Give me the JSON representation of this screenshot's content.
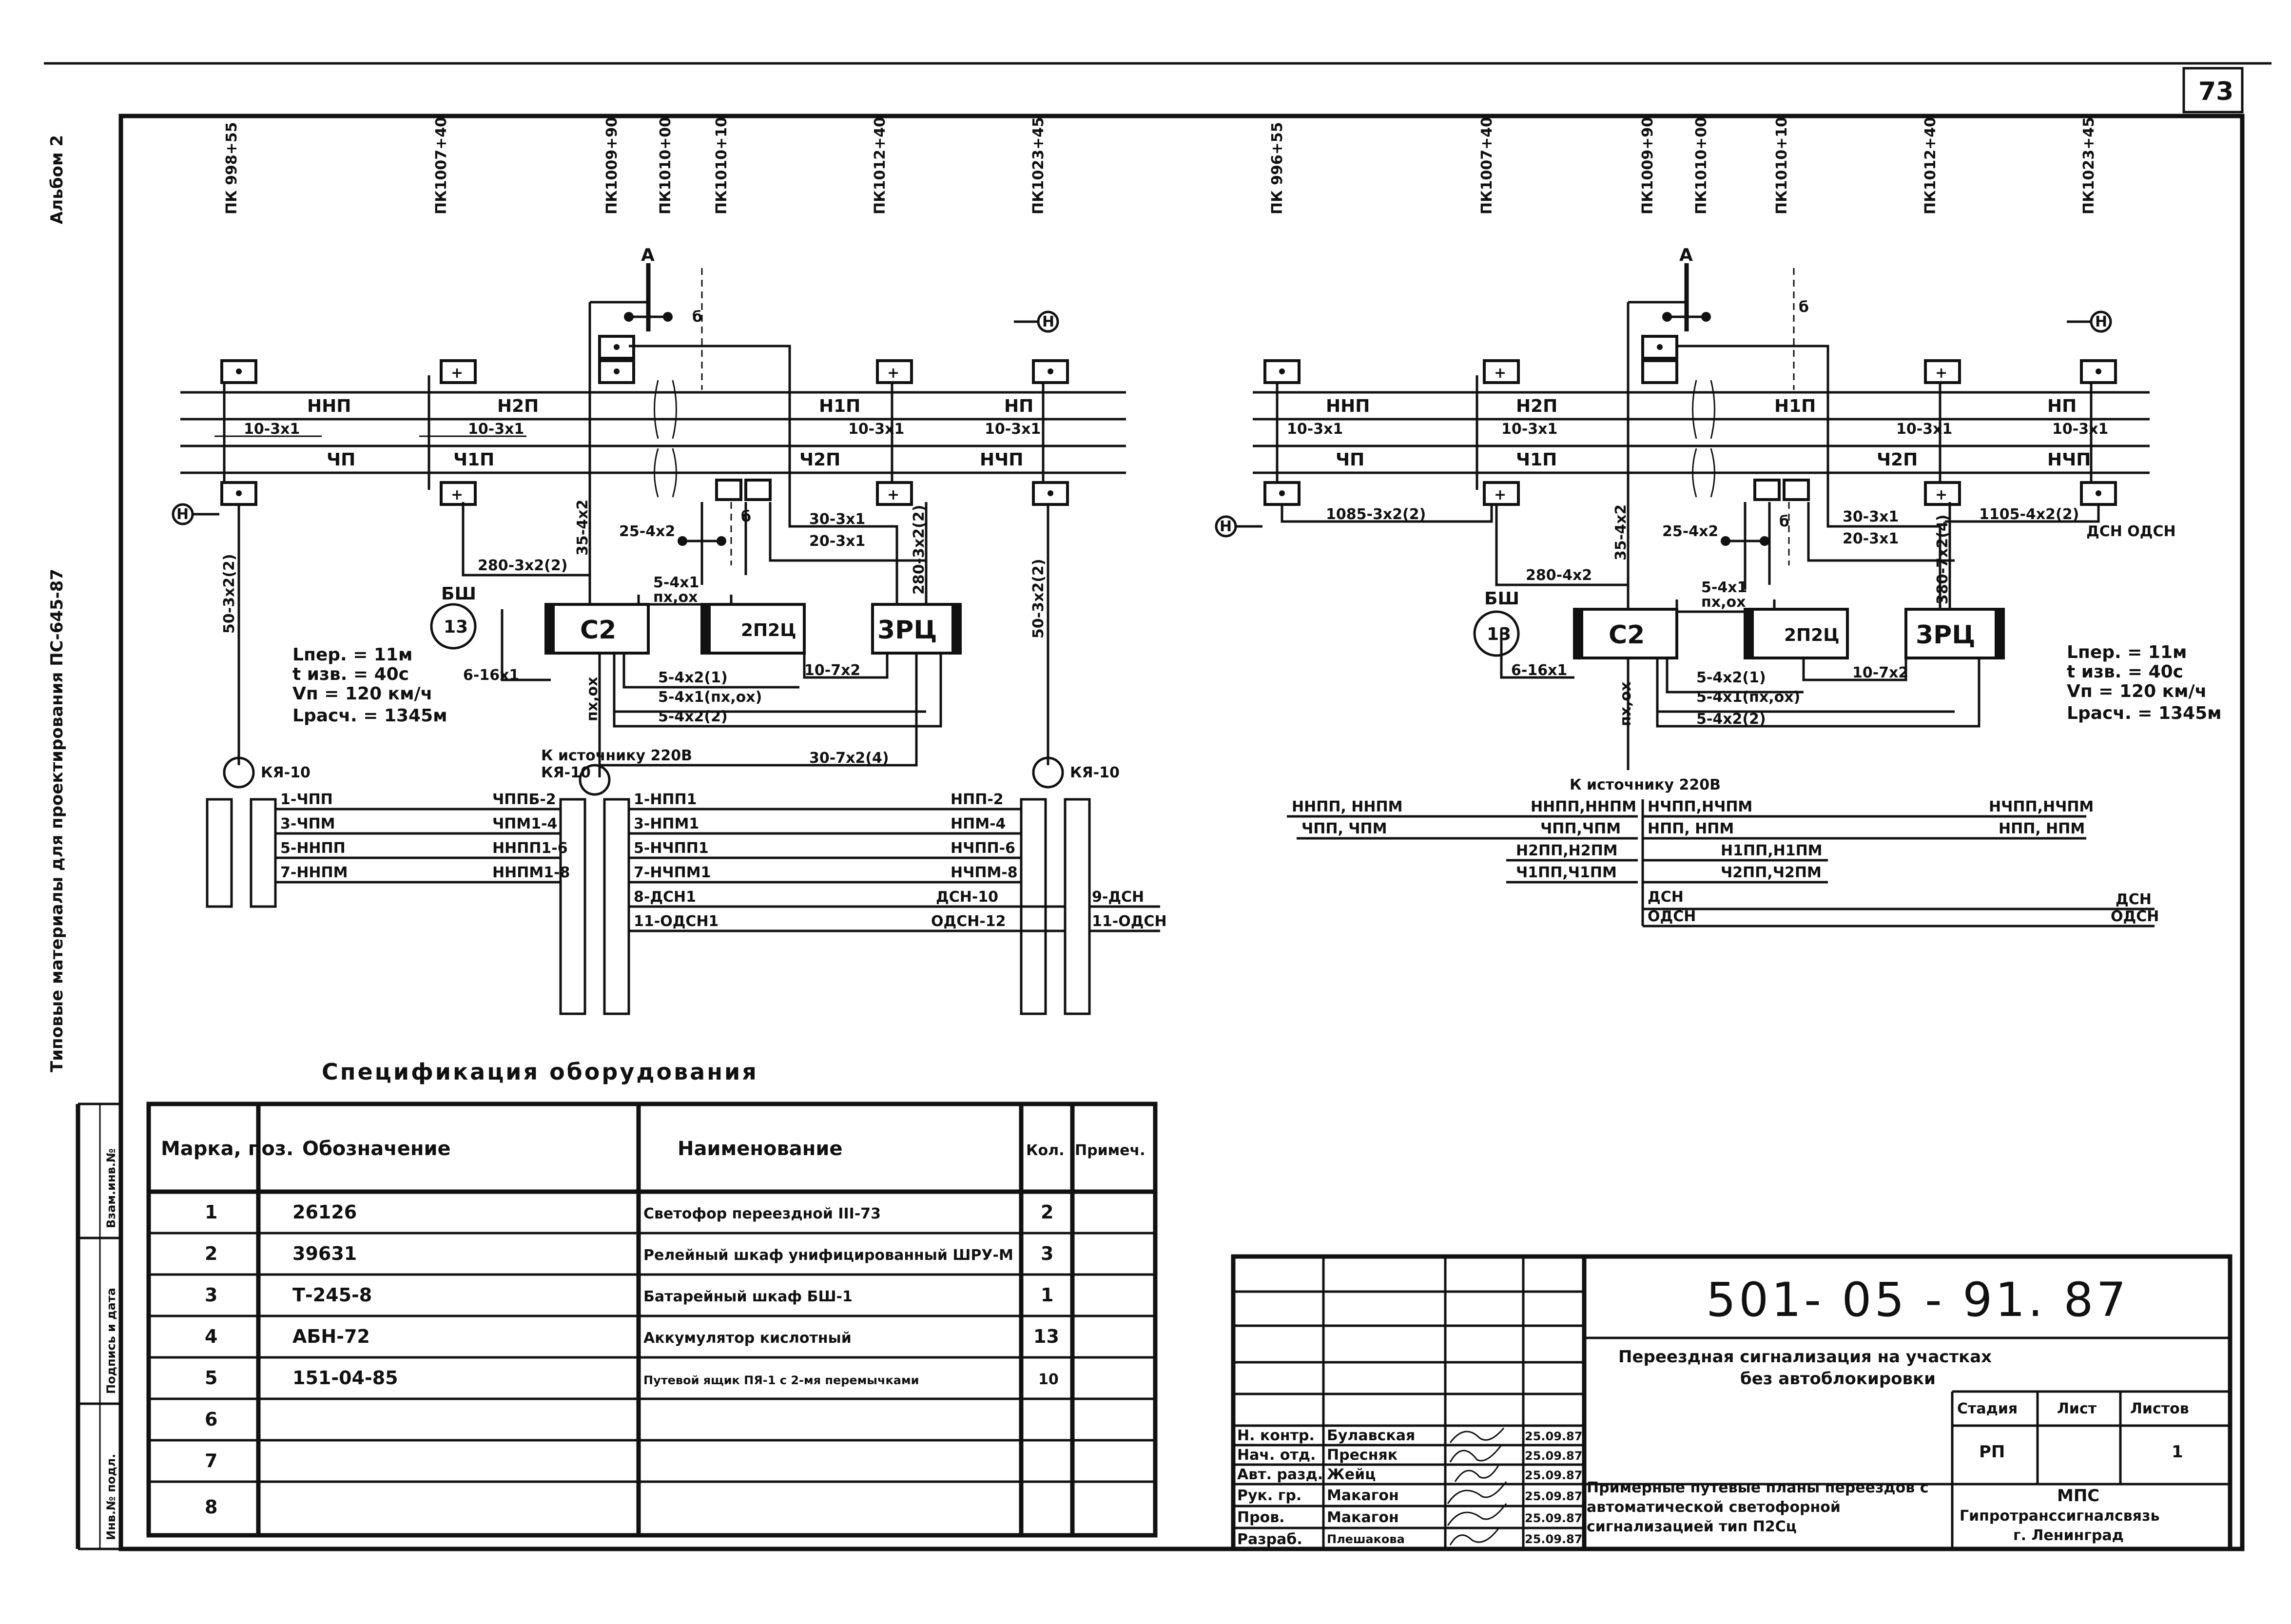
{
  "sheet": {
    "page_number": "73",
    "side_album": "Альбом 2",
    "side_title": "Типовые материалы для проектирования ПС-645-87",
    "side_boxes": [
      "Взам.инв.№",
      "Подпись и дата",
      "Инв.№ подл."
    ]
  },
  "left_plan": {
    "pickets": [
      "ПК 998+55",
      "ПК1007+40",
      "ПК1009+90",
      "ПК1010+00",
      "ПК1010+10",
      "ПК1012+40",
      "ПК1023+45"
    ],
    "direction_a": "А",
    "direction_n_top": "Н",
    "direction_n_bottom": "Н",
    "crossing_b": "б",
    "track_top_labels": [
      "ННП",
      "Н2П",
      "Н1П",
      "НП"
    ],
    "track_bottom_labels": [
      "ЧП",
      "Ч1П",
      "Ч2П",
      "НЧП"
    ],
    "cable_top": [
      "10-3х1",
      "10-3х1",
      "10-3х1",
      "10-3х1"
    ],
    "cable_labels": {
      "c35": "35-4х2",
      "c25": "25-4х2",
      "c280": "280-3х2(2)",
      "c30a": "30-3х1",
      "c20": "20-3х1",
      "c280b": "280-3х2(2)",
      "c50l": "50-3х2(2)",
      "c50r": "50-3х2(2)",
      "c6": "6-16х1",
      "c54": "5-4х1",
      "c54b": "5-4х2(1)",
      "c54c": "5-4х1(пх,ох)",
      "c54d": "5-4х2(2)",
      "c107": "10-7х2",
      "c307": "30-7х2(4)",
      "pxox": "пх,ох"
    },
    "equipment": [
      "С2",
      "2П2Ц",
      "3РЦ"
    ],
    "battery": "БШ",
    "battery_num": "13",
    "params": [
      "Lпер. = 11м",
      "t изв. = 40с",
      "Vп = 120 км/ч",
      "Lрасч. = 1345м"
    ],
    "source": "К источнику 220В",
    "ky": [
      "КЯ-10",
      "КЯ-10",
      "КЯ-10"
    ],
    "term_left": [
      {
        "l": "1-ЧПП",
        "r": "ЧППБ-2"
      },
      {
        "l": "3-ЧПМ",
        "r": "ЧПМ1-4"
      },
      {
        "l": "5-ННПП",
        "r": "ННПП1-6"
      },
      {
        "l": "7-ННПМ",
        "r": "ННПМ1-8"
      }
    ],
    "term_right": [
      {
        "l": "1-НПП1",
        "r": "НПП-2"
      },
      {
        "l": "3-НПМ1",
        "r": "НПМ-4"
      },
      {
        "l": "5-НЧПП1",
        "r": "НЧПП-6"
      },
      {
        "l": "7-НЧПМ1",
        "r": "НЧПМ-8"
      },
      {
        "l": "8-ДСН1",
        "r": "ДСН-10"
      },
      {
        "l": "11-ОДСН1",
        "r": "ОДСН-12"
      }
    ],
    "term_far": [
      "9-ДСН",
      "11-ОДСН"
    ]
  },
  "right_plan": {
    "pickets": [
      "ПК 996+55",
      "ПК1007+40",
      "ПК1009+90",
      "ПК1010+00",
      "ПК1010+10",
      "ПК1012+40",
      "ПК1023+45"
    ],
    "direction_a": "А",
    "direction_n_top": "Н",
    "direction_n_bottom": "Н",
    "crossing_b": "б",
    "track_top_labels": [
      "ННП",
      "Н2П",
      "Н1П",
      "НП"
    ],
    "track_bottom_labels": [
      "ЧП",
      "Ч1П",
      "Ч2П",
      "НЧП"
    ],
    "cable_top": [
      "10-3х1",
      "10-3х1",
      "10-3х1",
      "10-3х1"
    ],
    "cable_labels": {
      "c1085": "1085-3х2(2)",
      "c1105": "1105-4х2(2)",
      "c35": "35-4х2",
      "c25": "25-4х2",
      "c280": "280-4х2",
      "c30a": "30-3х1",
      "c20": "20-3х1",
      "c380": "380-7х2(4)",
      "c6": "6-16х1",
      "c54": "5-4х1",
      "c54b": "5-4х2(1)",
      "c54c": "5-4х1(пх,ох)",
      "c54d": "5-4х2(2)",
      "c107": "10-7х2",
      "pxox": "пх,ох",
      "dsn": "ДСН  ОДСН"
    },
    "equipment": [
      "С2",
      "2П2Ц",
      "3РЦ"
    ],
    "battery": "БШ",
    "battery_num": "13",
    "params": [
      "Lпер. = 11м",
      "t изв. = 40с",
      "Vп = 120 км/ч",
      "Lрасч. = 1345м"
    ],
    "source": "К источнику 220В",
    "bus_left": [
      "ННПП, ННПМ",
      "ЧПП, ЧПМ"
    ],
    "bus_mid": [
      "ННПП,ННПМ",
      "ЧПП,ЧПМ",
      "Н2ПП,Н2ПМ",
      "Ч1ПП,Ч1ПМ"
    ],
    "bus_right_a": [
      "НЧПП,НЧПМ",
      "НПП, НПМ"
    ],
    "bus_right_b": [
      "Н1ПП,Н1ПМ",
      "Ч2ПП,Ч2ПМ"
    ],
    "bus_right_end": [
      "НЧПП,НЧПМ",
      "НПП, НПМ"
    ],
    "bus_dsn": [
      "ДСН",
      "ОДСН"
    ],
    "bus_dsn_end": [
      "ДСН",
      "ОДСН"
    ]
  },
  "spec": {
    "title": "Спецификация оборудования",
    "headers": [
      "Марка, поз.",
      "Обозначение",
      "Наименование",
      "Кол.",
      "Примеч."
    ],
    "rows": [
      {
        "pos": "1",
        "code": "26126",
        "name": "Светофор переездной III-73",
        "qty": "2"
      },
      {
        "pos": "2",
        "code": "39631",
        "name": "Релейный шкаф унифицированный ШРУ-М",
        "qty": "3"
      },
      {
        "pos": "3",
        "code": "Т-245-8",
        "name": "Батарейный шкаф БШ-1",
        "qty": "1"
      },
      {
        "pos": "4",
        "code": "АБН-72",
        "name": "Аккумулятор кислотный",
        "qty": "13"
      },
      {
        "pos": "5",
        "code": "151-04-85",
        "name": "Путевой ящик ПЯ-1 с 2-мя перемычками",
        "qty": "10"
      },
      {
        "pos": "6",
        "code": "",
        "name": "",
        "qty": ""
      },
      {
        "pos": "7",
        "code": "",
        "name": "",
        "qty": ""
      },
      {
        "pos": "8",
        "code": "",
        "name": "",
        "qty": ""
      }
    ]
  },
  "stamp": {
    "doc_code": "501- 05 - 91. 87",
    "doc_title_1": "Переездная сигнализация на участках",
    "doc_title_2": "без автоблокировки",
    "staff": [
      {
        "role": "Н. контр.",
        "name": "Булавская",
        "date": "25.09.87"
      },
      {
        "role": "Нач. отд.",
        "name": "Пресняк",
        "date": "25.09.87"
      },
      {
        "role": "Авт. разд.",
        "name": "Жейц",
        "date": "25.09.87"
      },
      {
        "role": "Рук. гр.",
        "name": "Макагон",
        "date": "25.09.87"
      },
      {
        "role": "Пров.",
        "name": "Макагон",
        "date": "25.09.87"
      },
      {
        "role": "Разраб.",
        "name": "Плешакова",
        "date": "25.09.87"
      }
    ],
    "sheet_desc": "Примерные путевые планы переездов с автоматической светофорной сигнализацией тип П2Сц",
    "stage_h": "Стадия",
    "sheet_h": "Лист",
    "sheets_h": "Листов",
    "stage": "РП",
    "sheet": "",
    "sheets": "1",
    "org_1": "МПС",
    "org_2": "Гипротранссигналсвязь",
    "org_3": "г. Ленинград"
  }
}
